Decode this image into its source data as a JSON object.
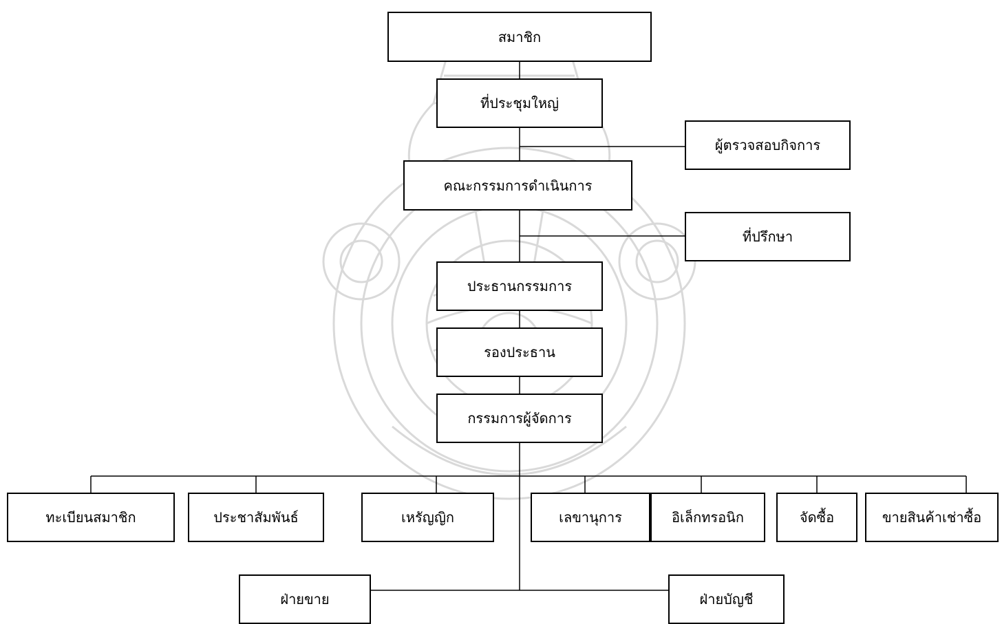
{
  "diagram": {
    "nodes": {
      "members": "สมาชิก",
      "general_meeting": "ที่ประชุมใหญ่",
      "auditor": "ผู้ตรวจสอบกิจการ",
      "board": "คณะกรรมการดำเนินการ",
      "advisor": "ที่ปรึกษา",
      "chairman": "ประธานกรรมการ",
      "vice_chairman": "รองประธาน",
      "managing_director": "กรรมการผู้จัดการ",
      "member_registration": "ทะเบียนสมาชิก",
      "public_relations": "ประชาสัมพันธ์",
      "treasurer": "เหรัญญิก",
      "secretary": "เลขานุการ",
      "electronics": "อิเล็กทรอนิก",
      "procurement": "จัดซื้อ",
      "hire_purchase_sales": "ขายสินค้าเช่าซื้อ",
      "sales_dept": "ฝ่ายขาย",
      "accounting_dept": "ฝ่ายบัญชี"
    },
    "line_color": "#000000",
    "watermark_color": "#d9d9d9"
  }
}
